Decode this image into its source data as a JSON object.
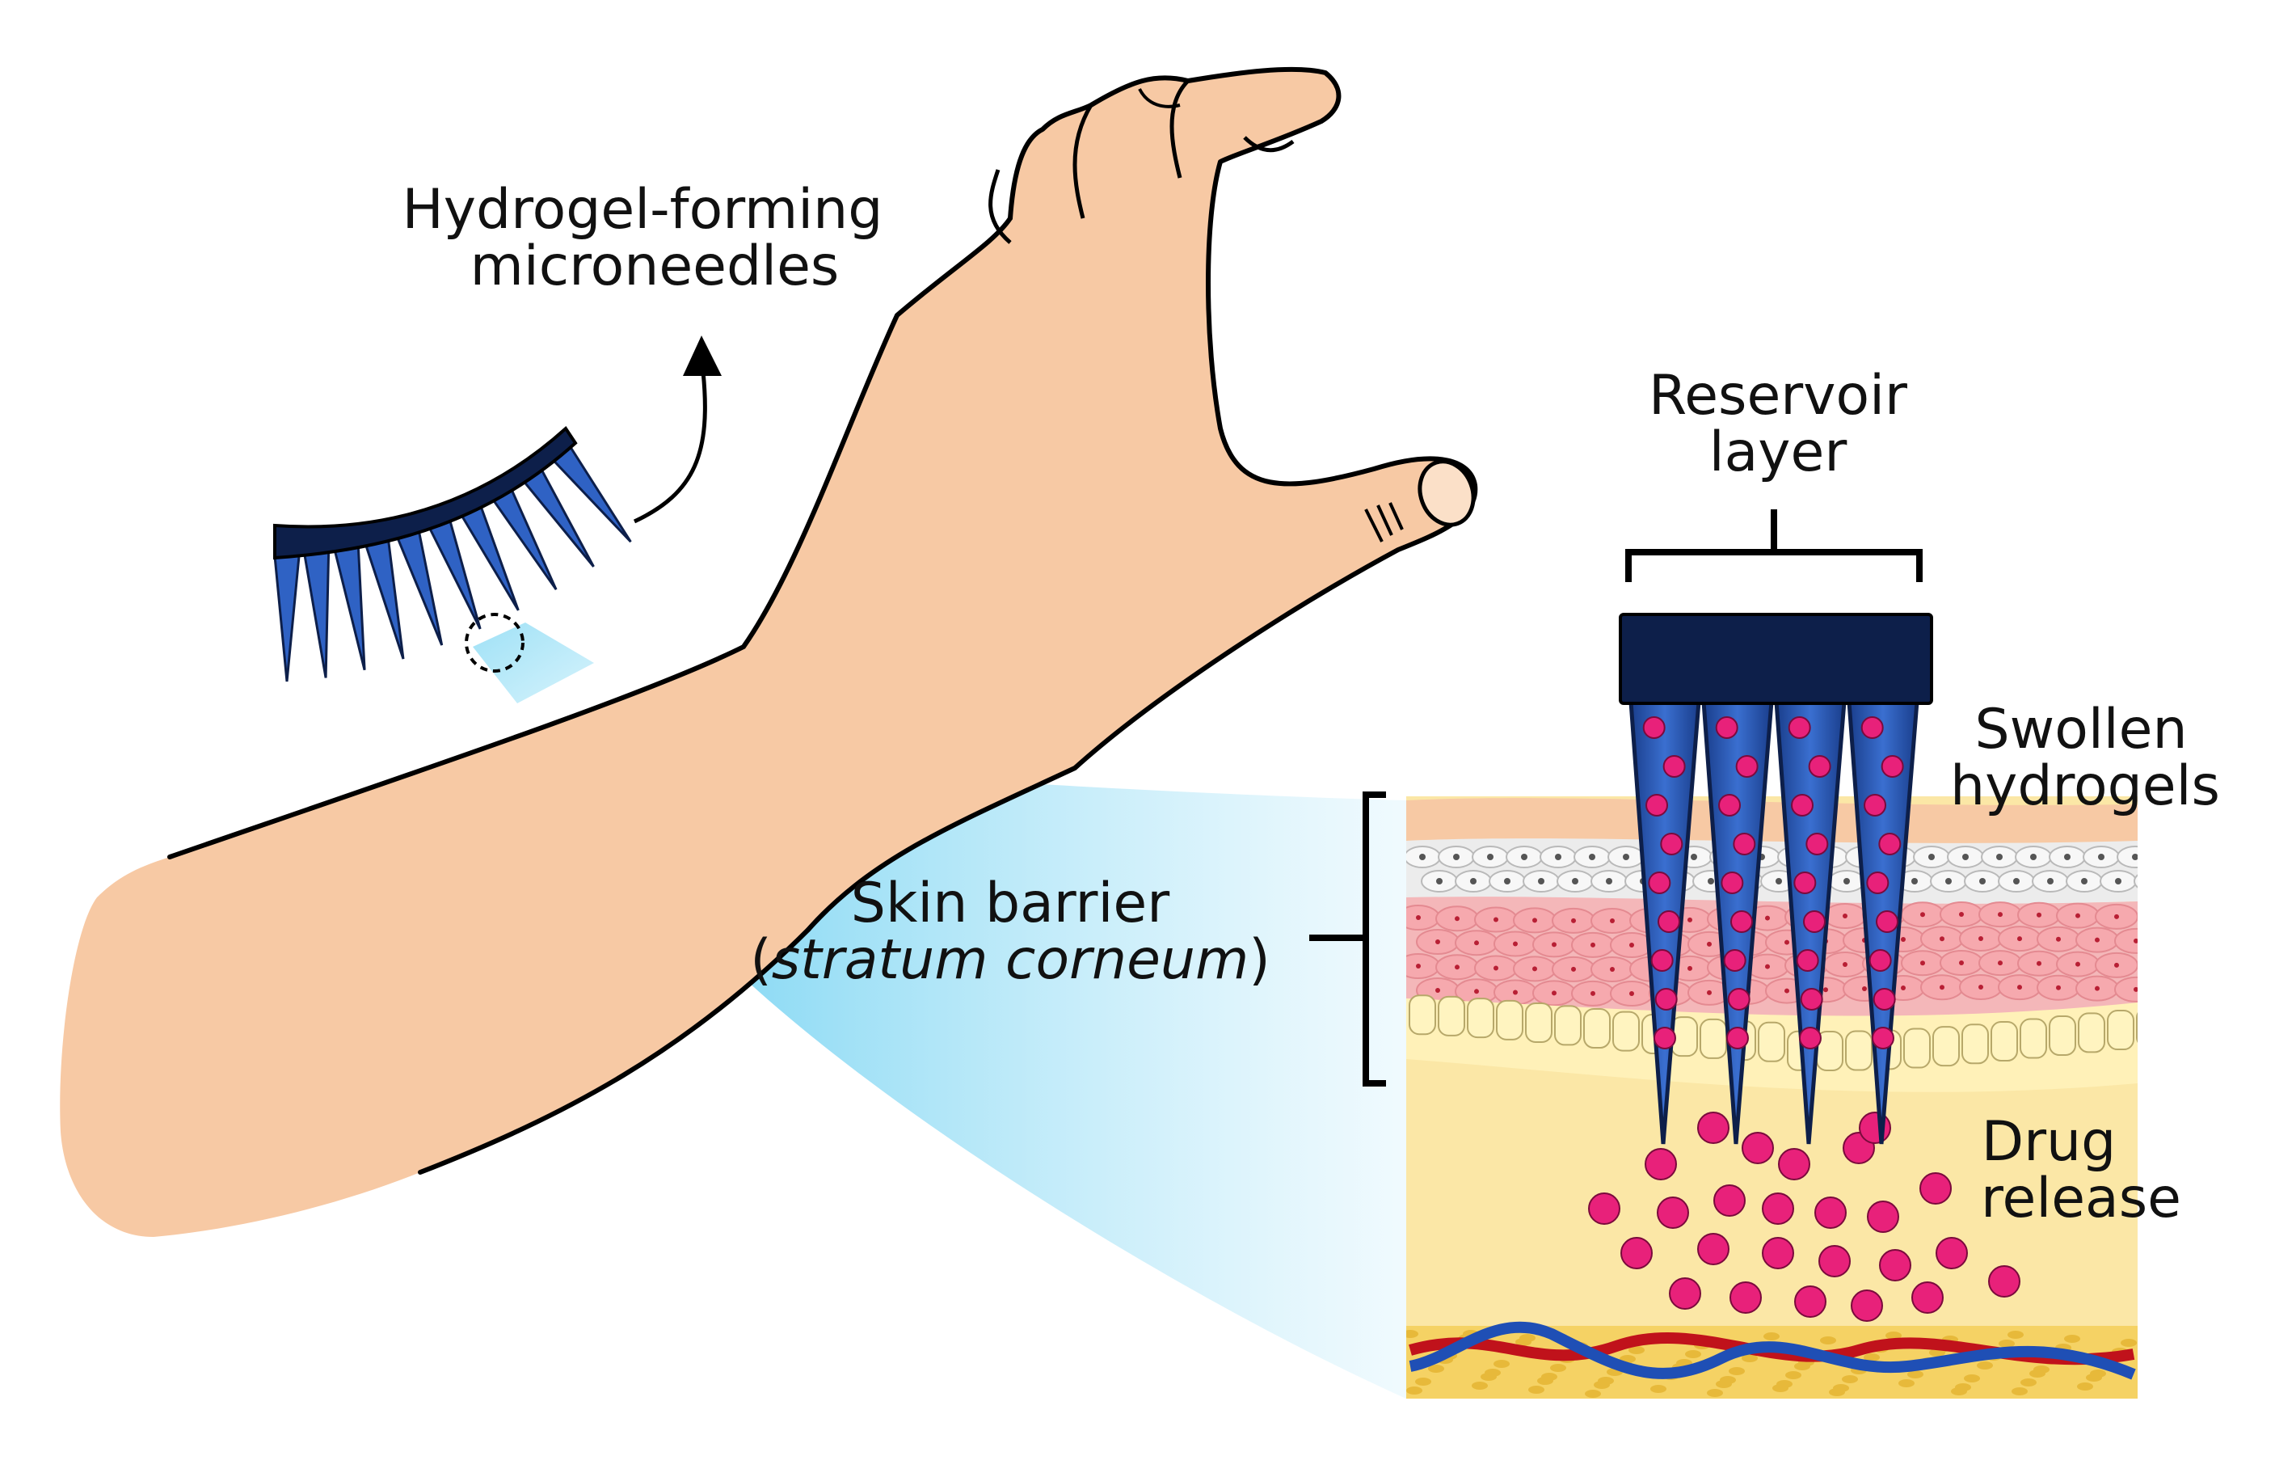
{
  "labels": {
    "microneedles_line1": "Hydrogel-forming",
    "microneedles_line2": "microneedles",
    "reservoir_line1": "Reservoir",
    "reservoir_line2": "layer",
    "swollen_line1": "Swollen",
    "swollen_line2": "hydrogels",
    "skin_line1": "Skin barrier",
    "skin_paren_open": "(",
    "skin_italic": "stratum corneum",
    "skin_paren_close": ")",
    "drug_line1": "Drug",
    "drug_line2": "release"
  },
  "colors": {
    "skin": "#f7c9a4",
    "outline": "#000000",
    "needle_blue": "#2a5bb3",
    "needle_dark": "#0d1f4a",
    "reservoir_navy": "#0d1f4a",
    "drug_pink": "#e8217a",
    "zoom_cyan": "#8fdcf5",
    "dermis_yellow": "#fbe7a6",
    "epidermis_pink": "#f4a0a6",
    "vessel_red": "#c0121b",
    "vessel_blue": "#1f4fb5"
  },
  "icons": {
    "arrow": "curved-arrow-icon",
    "highlight": "dashed-circle-icon"
  }
}
